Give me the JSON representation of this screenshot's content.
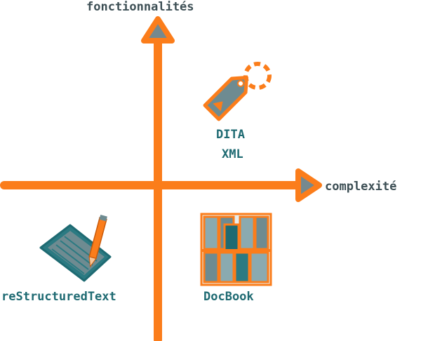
{
  "axes": {
    "y_label": "fonctionnalités",
    "x_label": "complexité"
  },
  "items": [
    {
      "label_lines": [
        "DITA",
        "XML"
      ],
      "icon": "tag-icon"
    },
    {
      "label_lines": [
        "reStructuredText"
      ],
      "icon": "notepad-pencil-icon"
    },
    {
      "label_lines": [
        "DocBook"
      ],
      "icon": "bookshelf-icon"
    }
  ],
  "colors": {
    "axis": "#fb7d1b",
    "arrow_fill": "#75898e",
    "text_dark": "#3d4f55",
    "text_teal": "#1e6a72",
    "icon_fill": "#6e8b91",
    "icon_dark": "#2b7a82"
  }
}
